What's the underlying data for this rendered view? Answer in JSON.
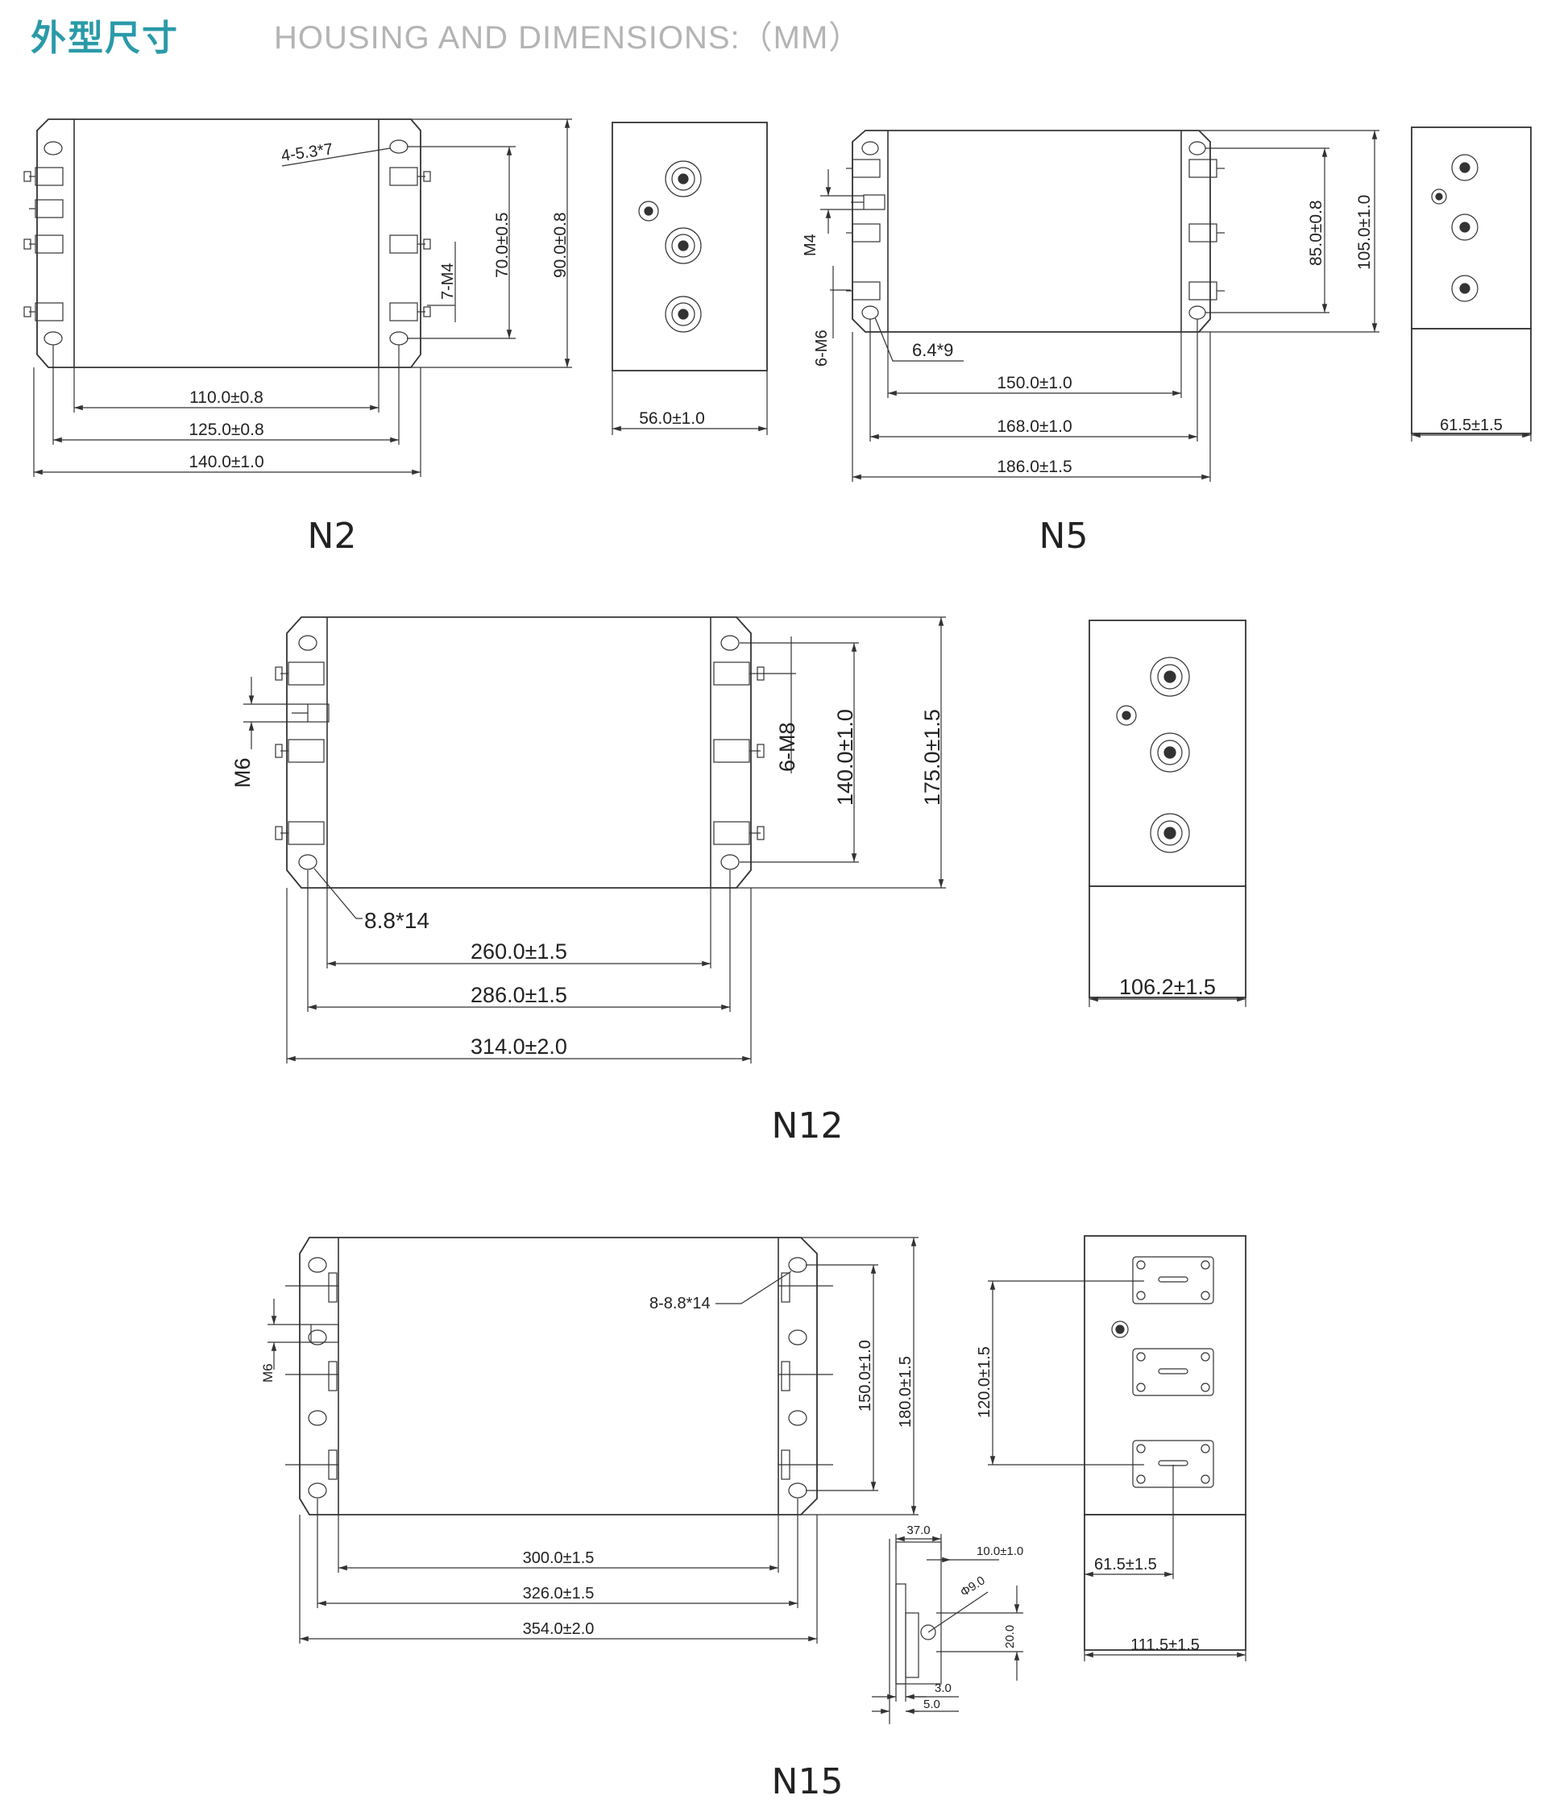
{
  "header": {
    "title_cn": "外型尺寸",
    "title_en": "HOUSING AND DIMENSIONS:（MM）"
  },
  "accent_color": "#2a9aa8",
  "models": {
    "n2": {
      "name": "N2",
      "width_inner": "110.0±0.8",
      "width_mount": "125.0±0.8",
      "width_total": "140.0±1.0",
      "height_mount": "70.0±0.5",
      "height_total": "90.0±0.8",
      "side_width": "56.0±1.0",
      "hole": "4-5.3*7",
      "terminal": "7-M4"
    },
    "n5": {
      "name": "N5",
      "width_inner": "150.0±1.0",
      "width_mount": "168.0±1.0",
      "width_total": "186.0±1.5",
      "height_mount": "85.0±0.8",
      "height_total": "105.0±1.0",
      "side_width": "61.5±1.5",
      "hole": "6.4*9",
      "ground": "M4",
      "terminal": "6-M6"
    },
    "n12": {
      "name": "N12",
      "width_inner": "260.0±1.5",
      "width_mount": "286.0±1.5",
      "width_total": "314.0±2.0",
      "height_mount": "140.0±1.0",
      "height_total": "175.0±1.5",
      "side_width": "106.2±1.5",
      "hole": "8.8*14",
      "ground": "M6",
      "terminal": "6-M8"
    },
    "n15": {
      "name": "N15",
      "width_inner": "300.0±1.5",
      "width_mount": "326.0±1.5",
      "width_total": "354.0±2.0",
      "height_mount": "150.0±1.0",
      "height_total": "180.0±1.5",
      "side_pitch": "120.0±1.5",
      "side_base": "61.5±1.5",
      "side_width": "111.5±1.5",
      "hole": "8-8.8*14",
      "ground": "M6",
      "busbar_width": "37.0",
      "busbar_thickness": "10.0±1.0",
      "busbar_hole": "Φ9.0",
      "busbar_height": "20.0",
      "busbar_t1": "3.0",
      "busbar_t2": "5.0"
    }
  }
}
